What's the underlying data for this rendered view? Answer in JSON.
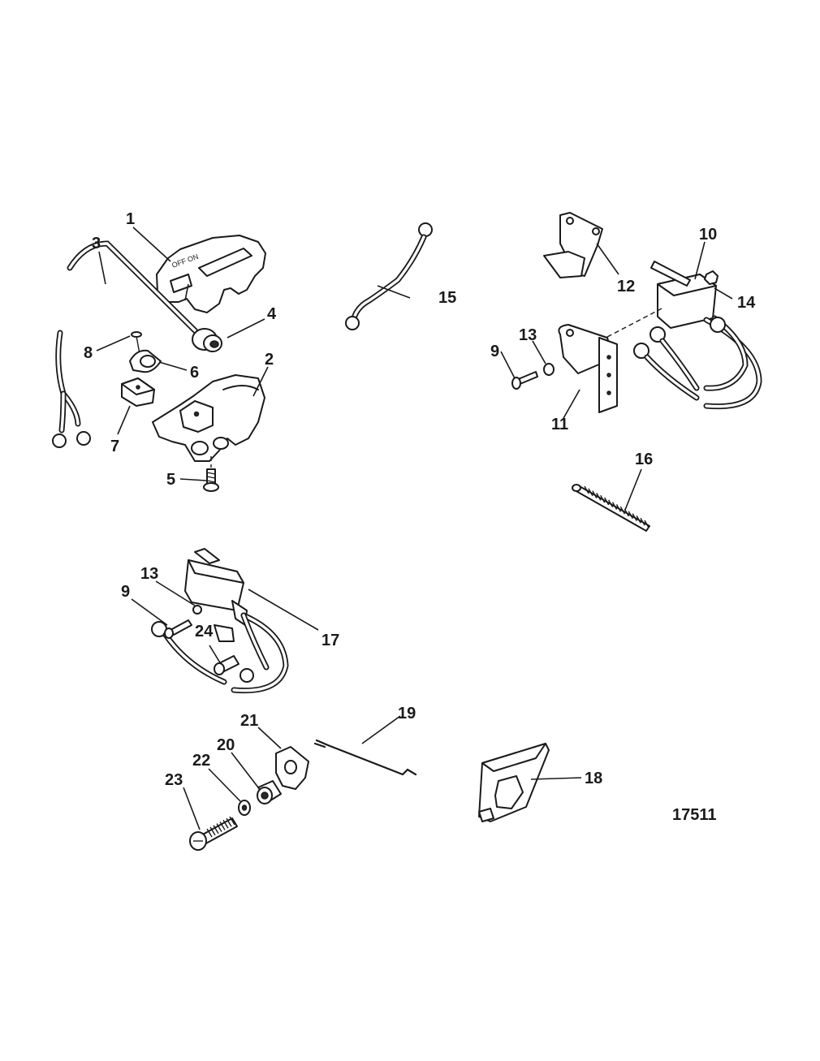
{
  "diagram": {
    "figure_number": "17511",
    "callouts": [
      {
        "id": "c1",
        "label": "1"
      },
      {
        "id": "c2",
        "label": "2"
      },
      {
        "id": "c3",
        "label": "3"
      },
      {
        "id": "c4",
        "label": "4"
      },
      {
        "id": "c5",
        "label": "5"
      },
      {
        "id": "c6",
        "label": "6"
      },
      {
        "id": "c7",
        "label": "7"
      },
      {
        "id": "c8",
        "label": "8"
      },
      {
        "id": "c9a",
        "label": "9"
      },
      {
        "id": "c9b",
        "label": "9"
      },
      {
        "id": "c10",
        "label": "10"
      },
      {
        "id": "c11",
        "label": "11"
      },
      {
        "id": "c12",
        "label": "12"
      },
      {
        "id": "c13a",
        "label": "13"
      },
      {
        "id": "c13b",
        "label": "13"
      },
      {
        "id": "c14",
        "label": "14"
      },
      {
        "id": "c15",
        "label": "15"
      },
      {
        "id": "c16",
        "label": "16"
      },
      {
        "id": "c17",
        "label": "17"
      },
      {
        "id": "c18",
        "label": "18"
      },
      {
        "id": "c19",
        "label": "19"
      },
      {
        "id": "c20",
        "label": "20"
      },
      {
        "id": "c21",
        "label": "21"
      },
      {
        "id": "c22",
        "label": "22"
      },
      {
        "id": "c23",
        "label": "23"
      },
      {
        "id": "c24",
        "label": "24"
      }
    ]
  }
}
